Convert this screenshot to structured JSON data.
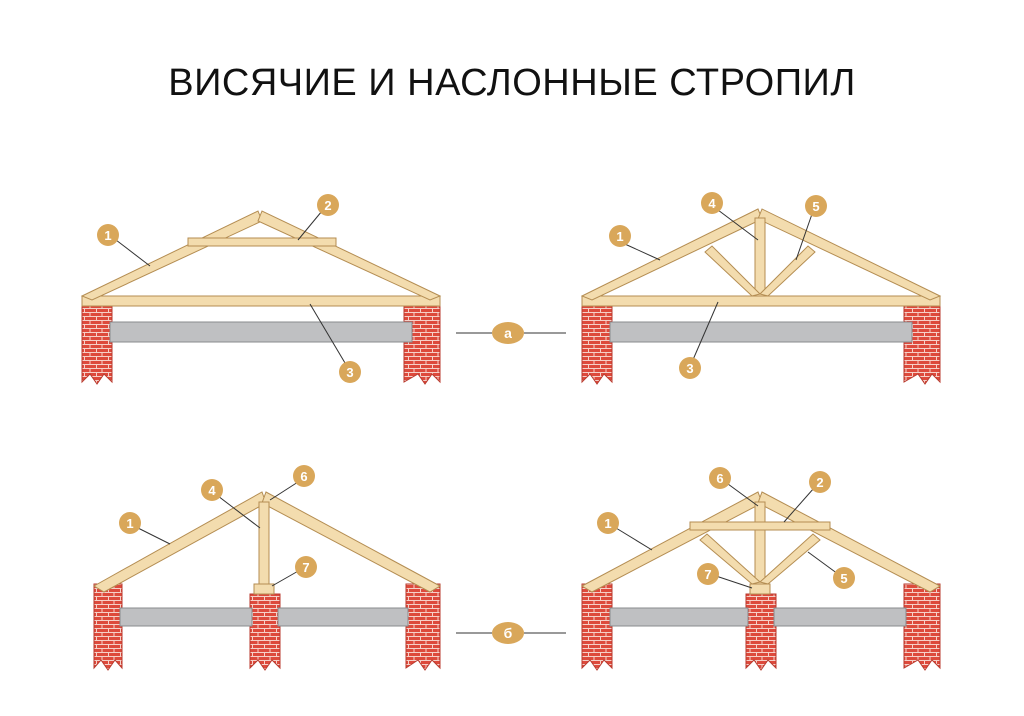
{
  "title": "ВИСЯЧИЕ И НАСЛОННЫЕ СТРОПИЛ",
  "colors": {
    "timber": "#f3dcae",
    "timber_stroke": "#b48d52",
    "brick": "#dd4a3c",
    "brick_mortar": "#f6d0c8",
    "slab": "#bfc0c2",
    "slab_stroke": "#8a8b8d",
    "callout": "#d9a75a",
    "leader": "#333333"
  },
  "separators": [
    {
      "label": "а"
    },
    {
      "label": "б"
    }
  ],
  "diagrams": [
    {
      "callouts": [
        "1",
        "2",
        "3"
      ]
    },
    {
      "callouts": [
        "4",
        "1",
        "5",
        "3"
      ]
    },
    {
      "callouts": [
        "4",
        "6",
        "1",
        "7"
      ]
    },
    {
      "callouts": [
        "6",
        "2",
        "1",
        "7",
        "5"
      ]
    }
  ]
}
